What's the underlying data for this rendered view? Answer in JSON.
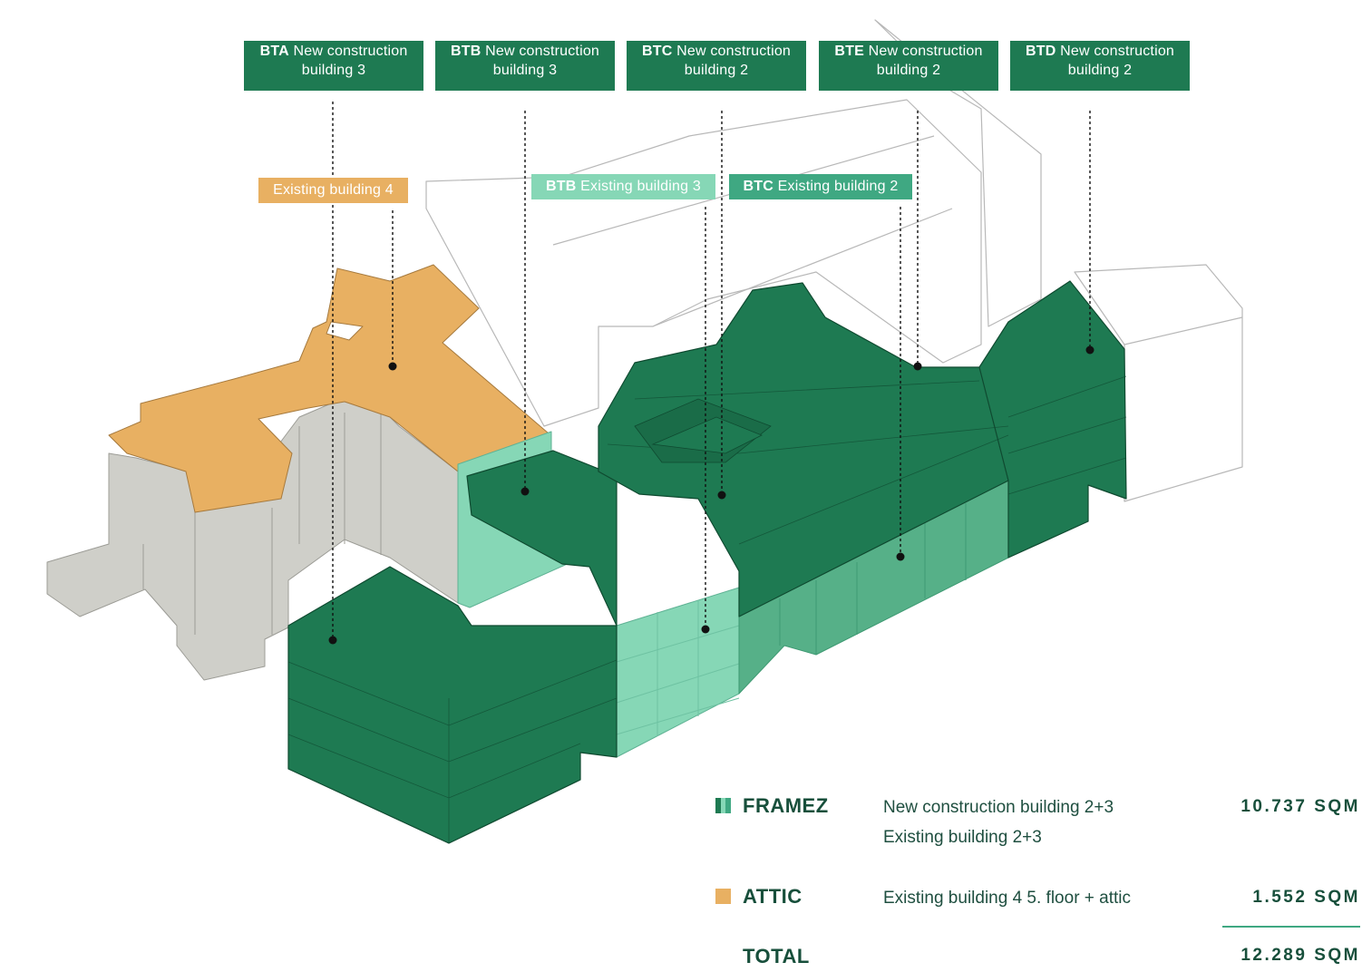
{
  "labels": {
    "bta": {
      "code": "BTA",
      "text": "New construction building 3"
    },
    "btb": {
      "code": "BTB",
      "text": "New construction building 3"
    },
    "btc": {
      "code": "BTC",
      "text": "New construction building 2"
    },
    "bte": {
      "code": "BTE",
      "text": "New construction building 2"
    },
    "btd": {
      "code": "BTD",
      "text": "New construction building 2"
    },
    "existing4": {
      "text": "Existing building 4"
    },
    "btb_existing": {
      "code": "BTB",
      "text": "Existing building 3"
    },
    "btc_existing": {
      "code": "BTC",
      "text": "Existing building 2"
    }
  },
  "legend": {
    "framez": {
      "title": "FRAMEZ",
      "desc_line1": "New construction building 2+3",
      "desc_line2": "Existing building 2+3",
      "value": "10.737 SQM"
    },
    "attic": {
      "title": "ATTIC",
      "desc": "Existing building 4 5. floor + attic",
      "value": "1.552 SQM"
    },
    "total": {
      "title": "TOTAL",
      "value": "12.289 SQM"
    }
  },
  "colors": {
    "dark_green": "#1e7a52",
    "mint": "#86d7b6",
    "mid_green": "#3fa882",
    "orange": "#e8b062",
    "grey": "#cfcfc9"
  }
}
